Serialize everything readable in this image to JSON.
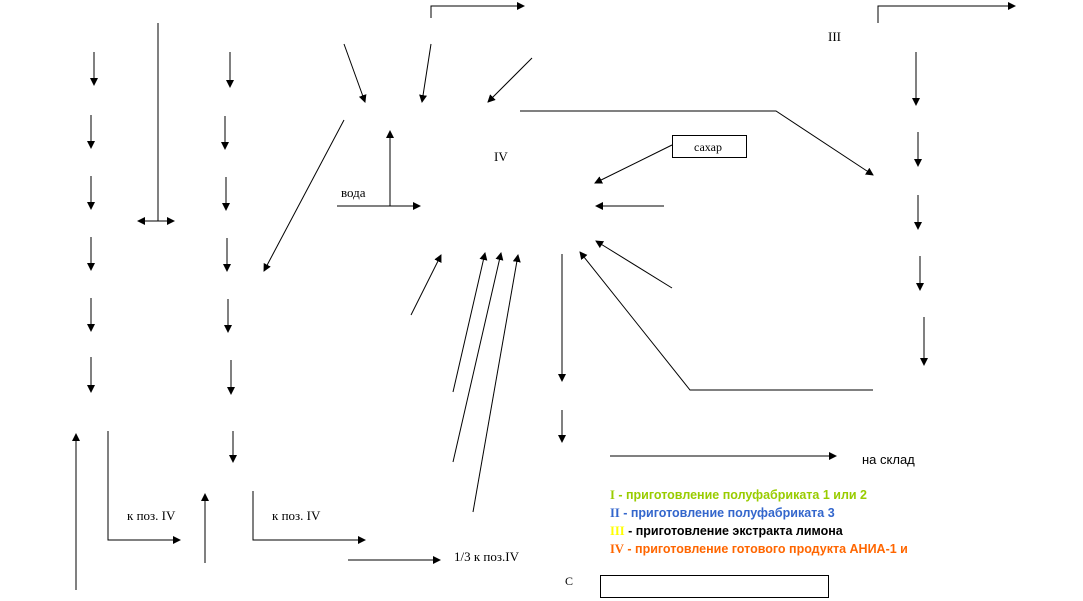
{
  "labels": {
    "section_III": "III",
    "section_IV": "IV",
    "water": "вода",
    "sugar": "сахар",
    "to_warehouse": "на склад",
    "to_pos_iv_left": "к поз. IV",
    "to_pos_iv_mid": "к поз. IV",
    "third_to_pos_iv": "1/3 к  поз.IV",
    "stray_c": "С"
  },
  "legend": [
    {
      "num": "I",
      "text": " -  приготовление полуфабриката 1 или 2",
      "num_color": "#99cc00",
      "text_color": "#99cc00"
    },
    {
      "num": "II",
      "text": " - приготовление полуфабриката 3",
      "num_color": "#3366cc",
      "text_color": "#3366cc"
    },
    {
      "num": "III",
      "text": " - приготовление экстракта лимона",
      "num_color": "#ffff00",
      "text_color": "#000000"
    },
    {
      "num": "IV",
      "text": " - приготовление готового продукта АНИА-1 и",
      "num_color": "#ff6600",
      "text_color": "#ff6600"
    }
  ]
}
